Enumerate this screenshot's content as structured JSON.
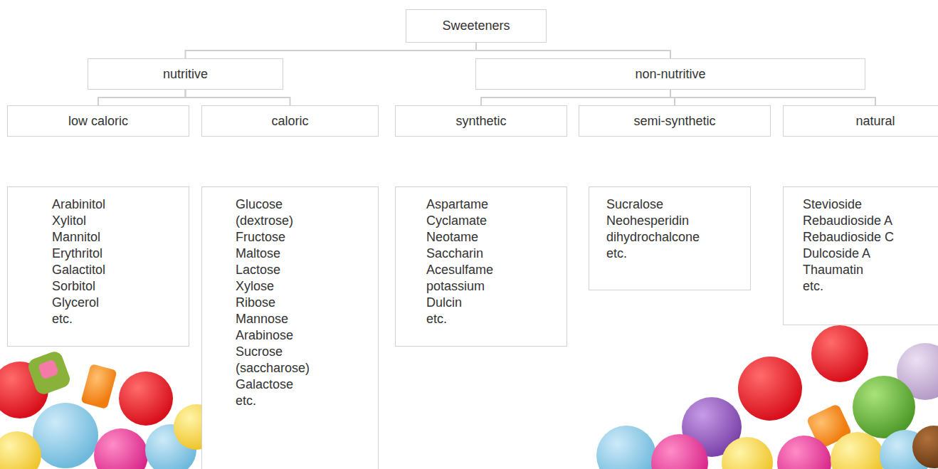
{
  "diagram": {
    "nodes": [
      {
        "text": [
          "Sweeteners"
        ]
      },
      {
        "text": [
          "nutritive"
        ]
      },
      {
        "text": [
          "non-nutritive"
        ]
      },
      {
        "text": [
          "low caloric"
        ]
      },
      {
        "text": [
          "caloric"
        ]
      },
      {
        "text": [
          "synthetic"
        ]
      },
      {
        "text": [
          "semi-synthetic"
        ]
      },
      {
        "text": [
          "natural"
        ]
      },
      {
        "text": [
          "Arabinitol",
          "Xylitol",
          "Mannitol",
          "Erythritol",
          "Galactitol",
          "Sorbitol",
          "Glycerol",
          "etc."
        ]
      },
      {
        "text": [
          "Glucose (dextrose)",
          "Fructose",
          "Maltose",
          "Lactose",
          "Xylose",
          "Ribose",
          "Mannose",
          "Arabinose",
          "Sucrose (saccharose)",
          "Galactose",
          "etc."
        ]
      },
      {
        "text": [
          "Aspartame",
          "Cyclamate",
          "Neotame",
          "Saccharin",
          "Acesulfame potassium",
          "Dulcin",
          "etc."
        ]
      },
      {
        "text": [
          "Sucralose",
          "Neohesperidin dihydrochalcone",
          "etc."
        ]
      },
      {
        "text": [
          "Stevioside",
          "Rebaudioside A",
          "Rebaudioside C",
          "Dulcoside A",
          "Thaumatin",
          "etc."
        ]
      }
    ],
    "edges": [
      {
        "from": 0,
        "to": 1,
        "arrow": "none"
      },
      {
        "from": 0,
        "to": 2,
        "arrow": "none"
      },
      {
        "from": 1,
        "to": 3,
        "arrow": "none"
      },
      {
        "from": 1,
        "to": 4,
        "arrow": "none"
      },
      {
        "from": 2,
        "to": 5,
        "arrow": "none"
      },
      {
        "from": 2,
        "to": 6,
        "arrow": "none"
      },
      {
        "from": 2,
        "to": 7,
        "arrow": "none"
      }
    ]
  }
}
